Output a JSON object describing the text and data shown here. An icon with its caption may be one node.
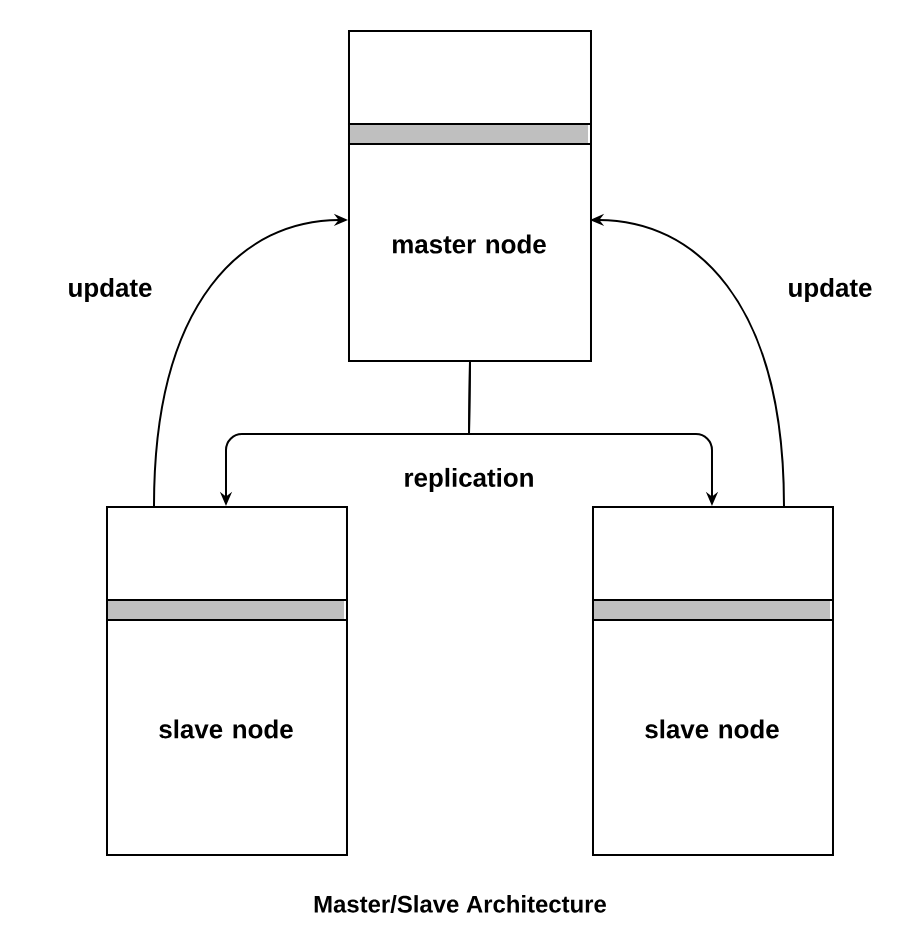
{
  "diagram": {
    "caption": "Master/Slave Architecture",
    "nodes": [
      {
        "text": [
          "master node"
        ]
      },
      {
        "text": [
          "slave node"
        ]
      },
      {
        "text": [
          "slave node"
        ]
      }
    ],
    "edges": [
      {
        "from": 0,
        "to": 1,
        "arrow": "to",
        "label": "replication"
      },
      {
        "from": 0,
        "to": 2,
        "arrow": "to"
      },
      {
        "from": 1,
        "to": 0,
        "arrow": "to",
        "label": "update"
      },
      {
        "from": 2,
        "to": 0,
        "arrow": "to",
        "label": "update"
      }
    ]
  }
}
